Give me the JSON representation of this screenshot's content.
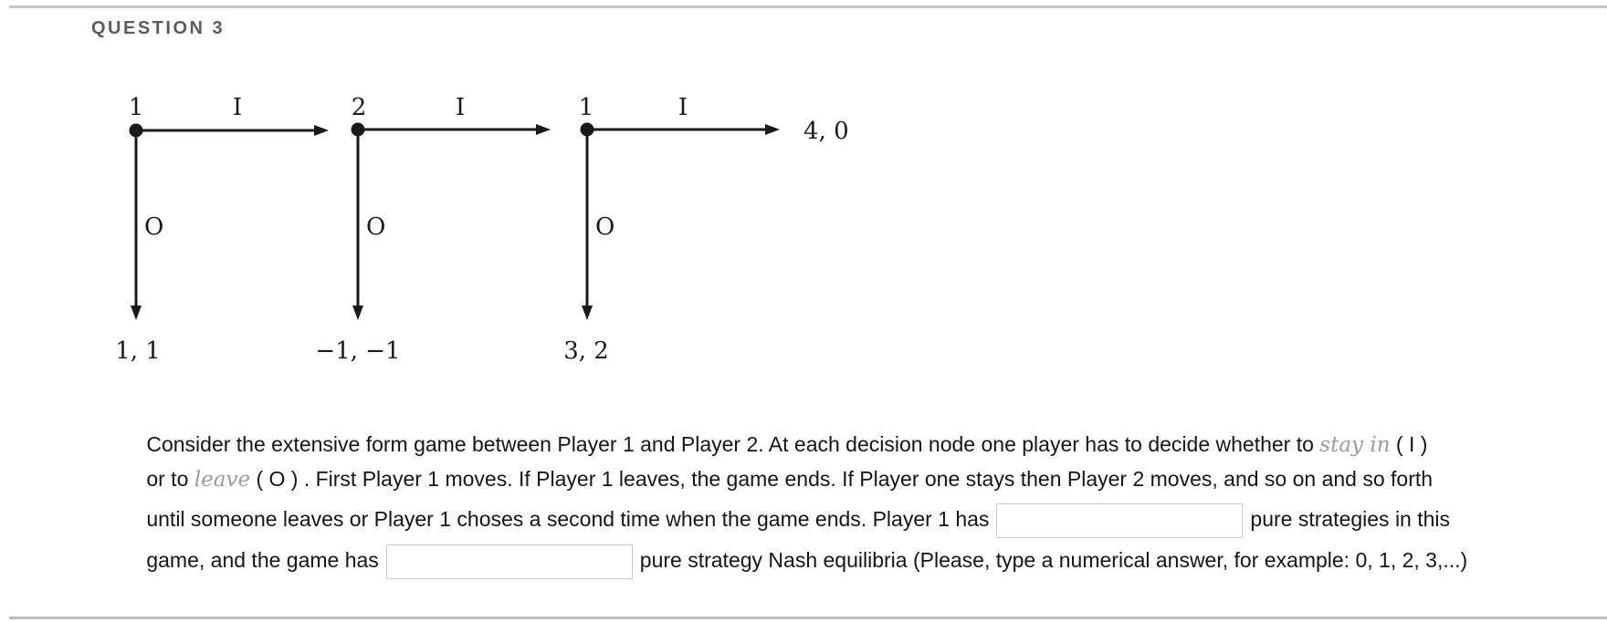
{
  "page": {
    "heading": "QUESTION 3"
  },
  "colors": {
    "heading_text": "#5c5c5c",
    "body_text": "#151515",
    "italic_text": "#9b9b9b",
    "tree_ink": "#1a1a1a",
    "input_border": "#c9c9c9",
    "divider": "#c6c6c6"
  },
  "tree": {
    "description": "extensive-form centipede-style game, three decision nodes",
    "nodes": [
      {
        "player": "1",
        "stay_label": "I",
        "leave_label": "O",
        "leave_payoff": "1, 1"
      },
      {
        "player": "2",
        "stay_label": "I",
        "leave_label": "O",
        "leave_payoff": "−1, −1"
      },
      {
        "player": "1",
        "stay_label": "I",
        "leave_label": "O",
        "leave_payoff": "3, 2"
      }
    ],
    "stay_payoff": "4, 0"
  },
  "question": {
    "line1": {
      "text1": "Consider the extensive form game between Player 1 and Player 2. At each decision node one player has to decide whether to ",
      "italic": "stay in",
      "text2": " ( I )"
    },
    "line2": {
      "text1": "or to ",
      "italic": "leave",
      "text2": " ( O ) . First Player 1 moves. If Player 1 leaves, the game ends. If Player one stays then Player 2 moves, and so on and so forth"
    },
    "line3": {
      "text1": "until someone leaves or Player 1 choses a second time when the game ends. Player 1 has",
      "text2": "pure strategies in this"
    },
    "line4": {
      "text1": "game, and the game has",
      "text2": "pure strategy Nash equilibria (Please, type a numerical answer, for example: 0, 1, 2, 3,...)"
    },
    "answer1": {
      "value": ""
    },
    "answer2": {
      "value": ""
    }
  }
}
